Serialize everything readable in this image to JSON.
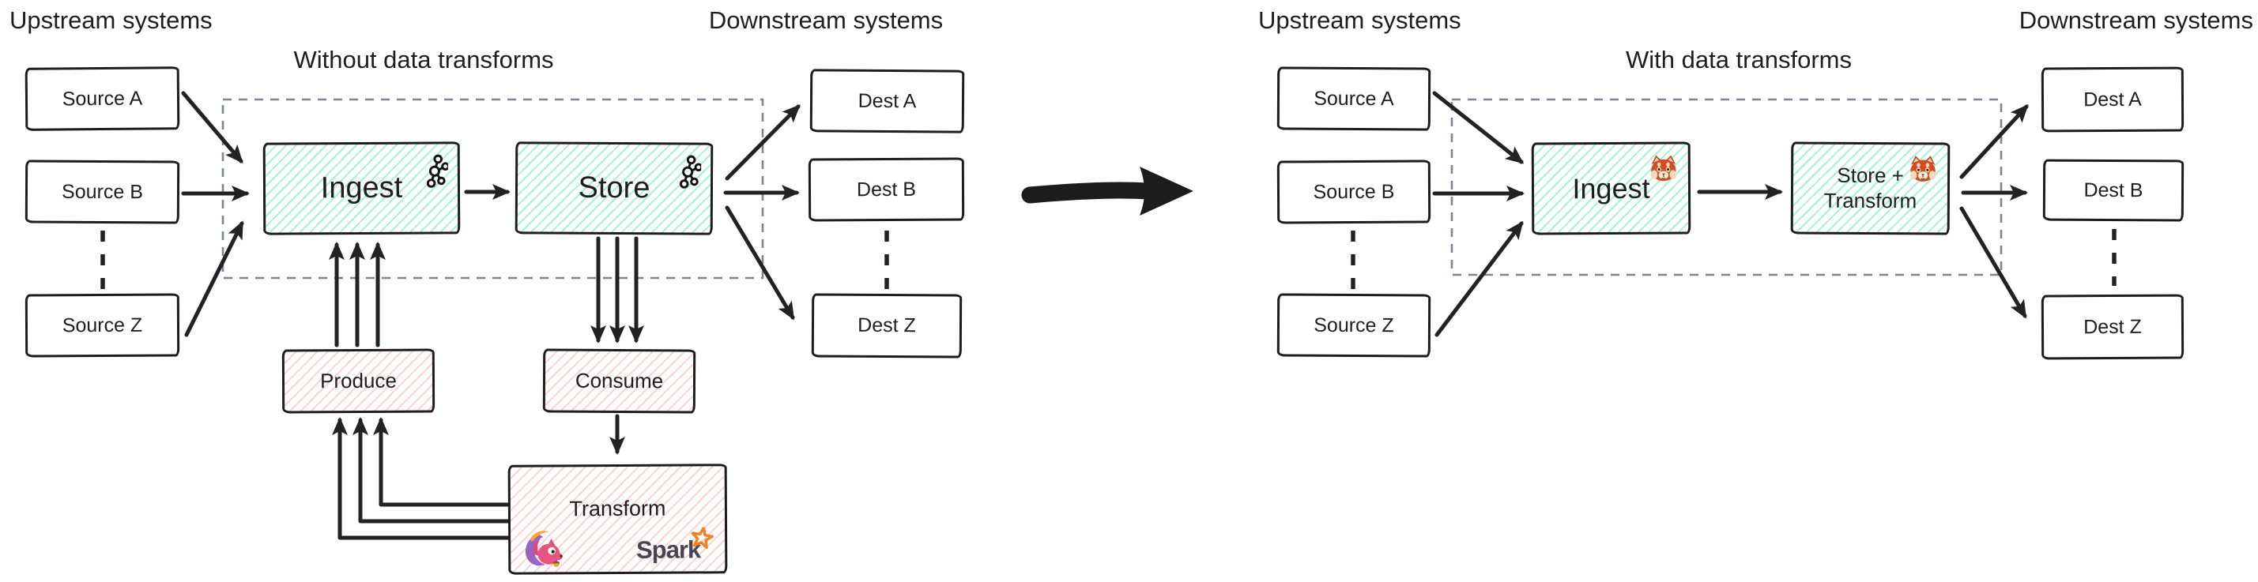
{
  "diagram_left": {
    "upstream_label": "Upstream systems",
    "title": "Without data transforms",
    "downstream_label": "Downstream systems",
    "sources": [
      "Source A",
      "Source B",
      "Source Z"
    ],
    "dests": [
      "Dest A",
      "Dest B",
      "Dest Z"
    ],
    "pipeline": {
      "ingest": "Ingest",
      "store": "Store"
    },
    "jobs": {
      "produce": "Produce",
      "consume": "Consume",
      "transform": "Transform"
    },
    "logos": {
      "kafka": "kafka-logo",
      "flink": "flink-squirrel-logo",
      "spark_wordmark": "Spark",
      "spark_star": "spark-star-logo"
    }
  },
  "transition": {
    "arrow_icon": "bold-right-arrow"
  },
  "diagram_right": {
    "upstream_label": "Upstream systems",
    "title": "With data transforms",
    "downstream_label": "Downstream systems",
    "sources": [
      "Source A",
      "Source B",
      "Source Z"
    ],
    "dests": [
      "Dest A",
      "Dest B",
      "Dest Z"
    ],
    "pipeline": {
      "ingest": "Ingest",
      "store_transform_line1": "Store +",
      "store_transform_line2": "Transform"
    },
    "logos": {
      "redpanda": "redpanda-logo"
    }
  },
  "colors": {
    "box_border": "#1d1d1d",
    "green_hatch": "#60e6b6",
    "pink_hatch": "#f6b2b2",
    "dashed_border": "#7b8794",
    "arrow": "#222222",
    "spark_orange": "#ee8421",
    "text": "#1e1e1e"
  }
}
